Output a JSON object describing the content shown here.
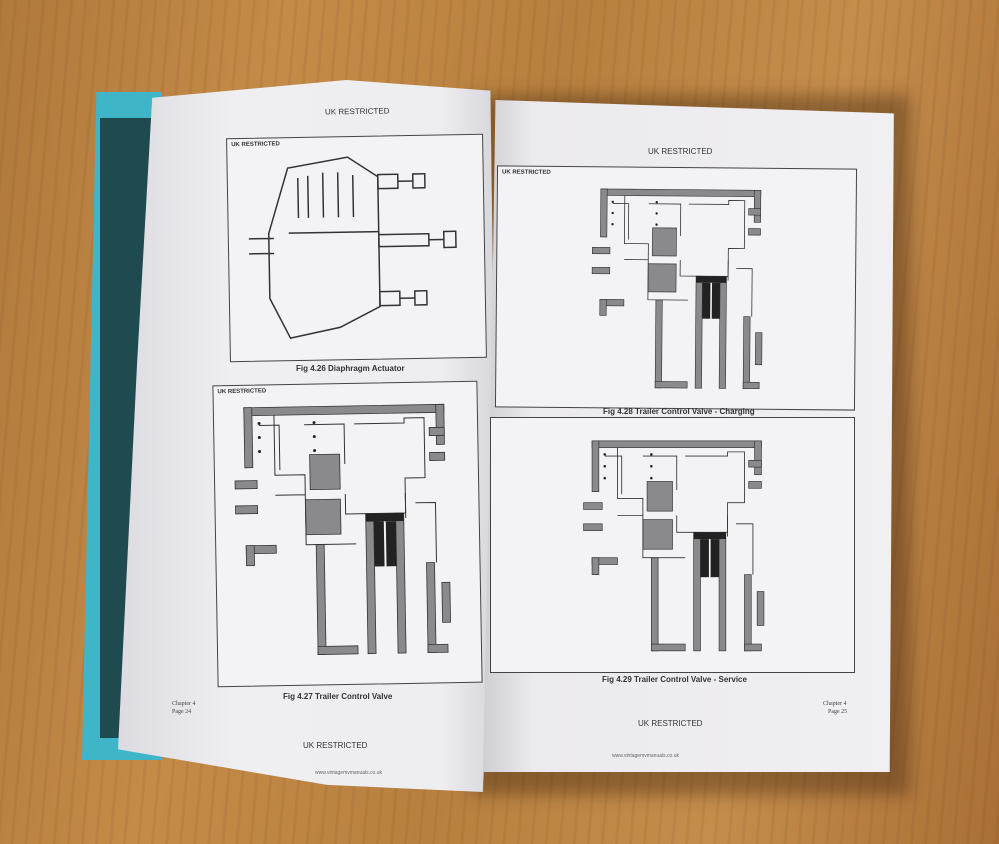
{
  "left_page": {
    "header": "UK RESTRICTED",
    "figures": [
      {
        "label": "UK RESTRICTED",
        "caption": "Fig 4.26 Diaphragm Actuator"
      },
      {
        "label": "UK RESTRICTED",
        "caption": "Fig 4.27 Trailer Control Valve"
      }
    ],
    "chapter": "Chapter 4",
    "page": "Page 24",
    "footer": "UK RESTRICTED",
    "url": "www.vintagemvmanuals.co.uk"
  },
  "right_page": {
    "header": "UK RESTRICTED",
    "figures": [
      {
        "label": "UK RESTRICTED",
        "caption": "Fig 4.28 Trailer Control Valve - Charging"
      },
      {
        "label": "",
        "caption": "Fig 4.29 Trailer Control Valve - Service"
      }
    ],
    "chapter": "Chapter 4",
    "page": "Page 25",
    "footer": "UK RESTRICTED",
    "url": "www.vintagemvmanuals.co.uk"
  },
  "colors": {
    "cover": "#3fb6c8",
    "cover_inner": "#1f4a50",
    "wood": "#b8803f",
    "paper": "#ecebee"
  }
}
